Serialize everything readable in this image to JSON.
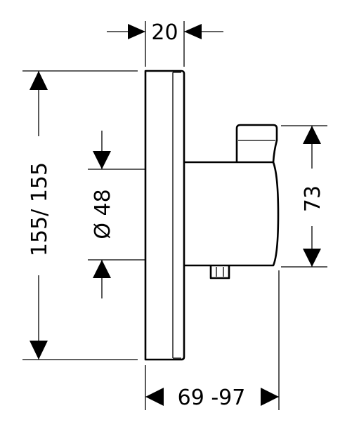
{
  "dimensions": {
    "plate_depth": "20",
    "plate_height": "155/ 155",
    "bore_diameter": "Ø 48",
    "body_height": "73",
    "installation_depth": "69 -97"
  },
  "colors": {
    "line": "#000000",
    "background": "#ffffff"
  }
}
